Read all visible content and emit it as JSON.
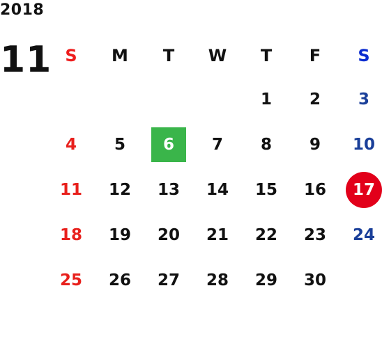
{
  "year": "2018",
  "month": "11",
  "colors": {
    "sunday": "#e8201c",
    "saturday": "#1a3f99",
    "saturday_header": "#0a2bd0",
    "sunday_header": "#ee1c1c",
    "weekday": "#111111",
    "today_bg": "#3ab54a",
    "holiday_bg": "#e2001a"
  },
  "weekdays": [
    "S",
    "M",
    "T",
    "W",
    "T",
    "F",
    "S"
  ],
  "weeks": [
    [
      "",
      "",
      "",
      "",
      "1",
      "2",
      "3"
    ],
    [
      "4",
      "5",
      "6",
      "7",
      "8",
      "9",
      "10"
    ],
    [
      "11",
      "12",
      "13",
      "14",
      "15",
      "16",
      "17"
    ],
    [
      "18",
      "19",
      "20",
      "21",
      "22",
      "23",
      "24"
    ],
    [
      "25",
      "26",
      "27",
      "28",
      "29",
      "30",
      ""
    ]
  ],
  "highlights": {
    "6": "square",
    "17": "circle"
  }
}
